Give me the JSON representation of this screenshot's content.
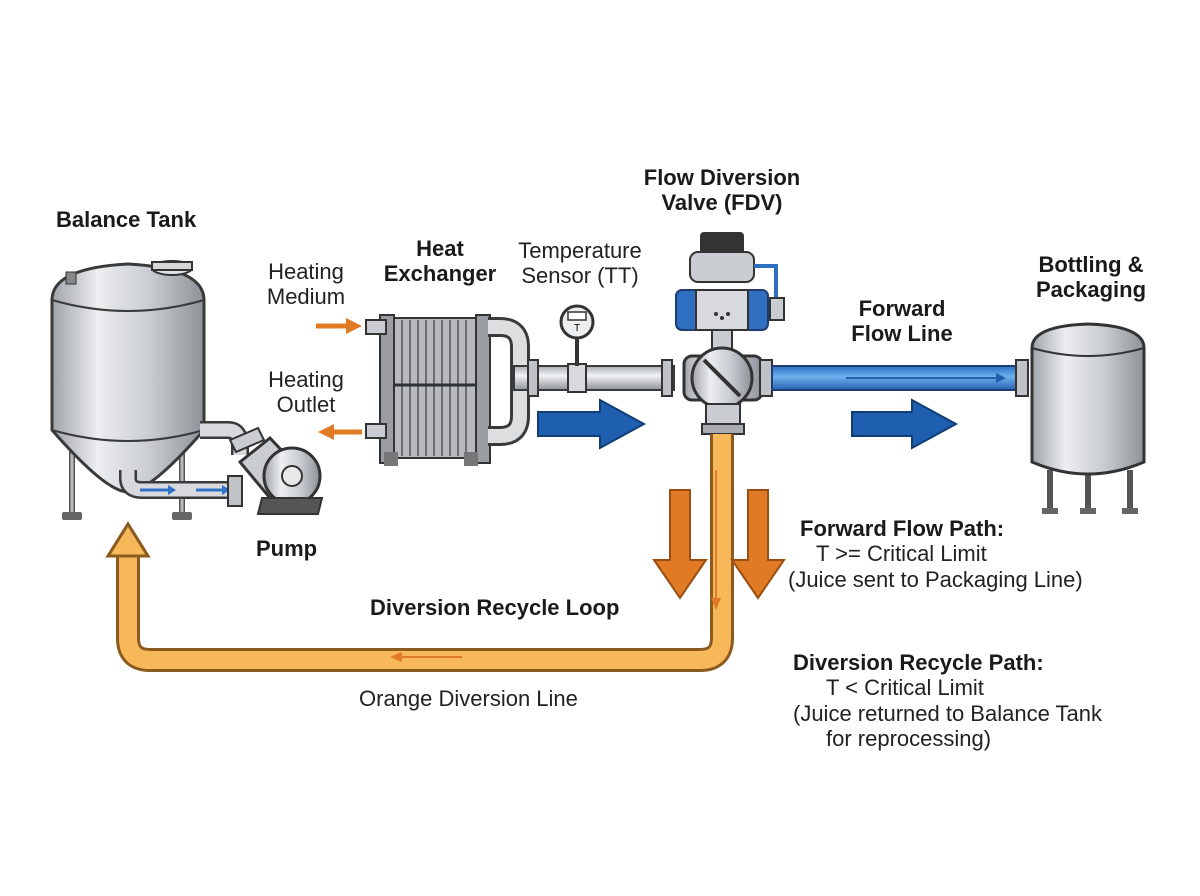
{
  "labels": {
    "balance_tank": "Balance Tank",
    "heating_medium_1": "Heating",
    "heating_medium_2": "Medium",
    "heating_outlet_1": "Heating",
    "heating_outlet_2": "Outlet",
    "heat_exchanger_1": "Heat",
    "heat_exchanger_2": "Exchanger",
    "temperature_sensor_1": "Temperature",
    "temperature_sensor_2": "Sensor (TT)",
    "fdv_1": "Flow Diversion",
    "fdv_2": "Valve (FDV)",
    "forward_flow_line_1": "Forward",
    "forward_flow_line_2": "Flow Line",
    "bottling_1": "Bottling &",
    "bottling_2": "Packaging",
    "pump": "Pump",
    "diversion_recycle_loop": "Diversion Recycle Loop",
    "orange_diversion_line": "Orange Diversion Line",
    "sensor_letter": "T"
  },
  "notes": {
    "forward_path": {
      "title": "Forward Flow Path:",
      "line1": "T >= Critical Limit",
      "line2": "(Juice sent to Packaging Line)"
    },
    "diversion_path": {
      "title": "Diversion Recycle Path:",
      "line1": "T < Critical Limit",
      "line2": "(Juice returned to Balance Tank",
      "line3": "for reprocessing)"
    }
  },
  "colors": {
    "forward_blue": "#1f5fb0",
    "pipe_blue": "#3a86d6",
    "diversion_orange": "#f0a43a",
    "arrow_orange": "#e07a25",
    "steel": "#c9ccd0",
    "outline": "#3a3a3a",
    "actuator_blue": "#2f6fc0"
  }
}
